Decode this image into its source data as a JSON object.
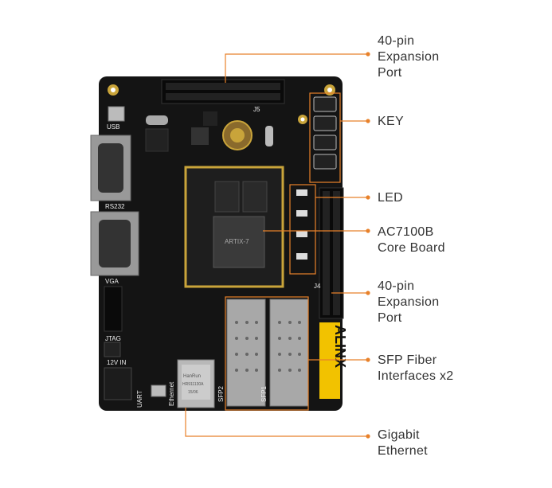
{
  "labels": {
    "expansion_top": [
      "40-pin",
      "Expansion",
      "Port"
    ],
    "key": [
      "KEY"
    ],
    "led": [
      "LED"
    ],
    "core": [
      "AC7100B",
      "Core Board"
    ],
    "expansion_right": [
      "40-pin",
      "Expansion",
      "Port"
    ],
    "sfp": [
      "SFP Fiber",
      "Interfaces x2"
    ],
    "ethernet": [
      "Gigabit",
      "Ethernet"
    ]
  },
  "silkscreen": {
    "usb": "USB",
    "rs232": "RS232",
    "vga": "VGA",
    "jtag": "JTAG",
    "power": "12V IN",
    "uart": "UART",
    "ethernet": "Ethernet",
    "sfp2": "SFP2",
    "sfp1": "SFP1",
    "j5": "J5",
    "j4": "J4",
    "brand": "ALINX",
    "chip": "ARTIX-7",
    "jack_brand": "HanRun",
    "jack_part": "HR911130A",
    "jack_code": "15/06"
  },
  "colors": {
    "accent": "#E8812A",
    "pcb": "#141414",
    "text": "#333333"
  }
}
